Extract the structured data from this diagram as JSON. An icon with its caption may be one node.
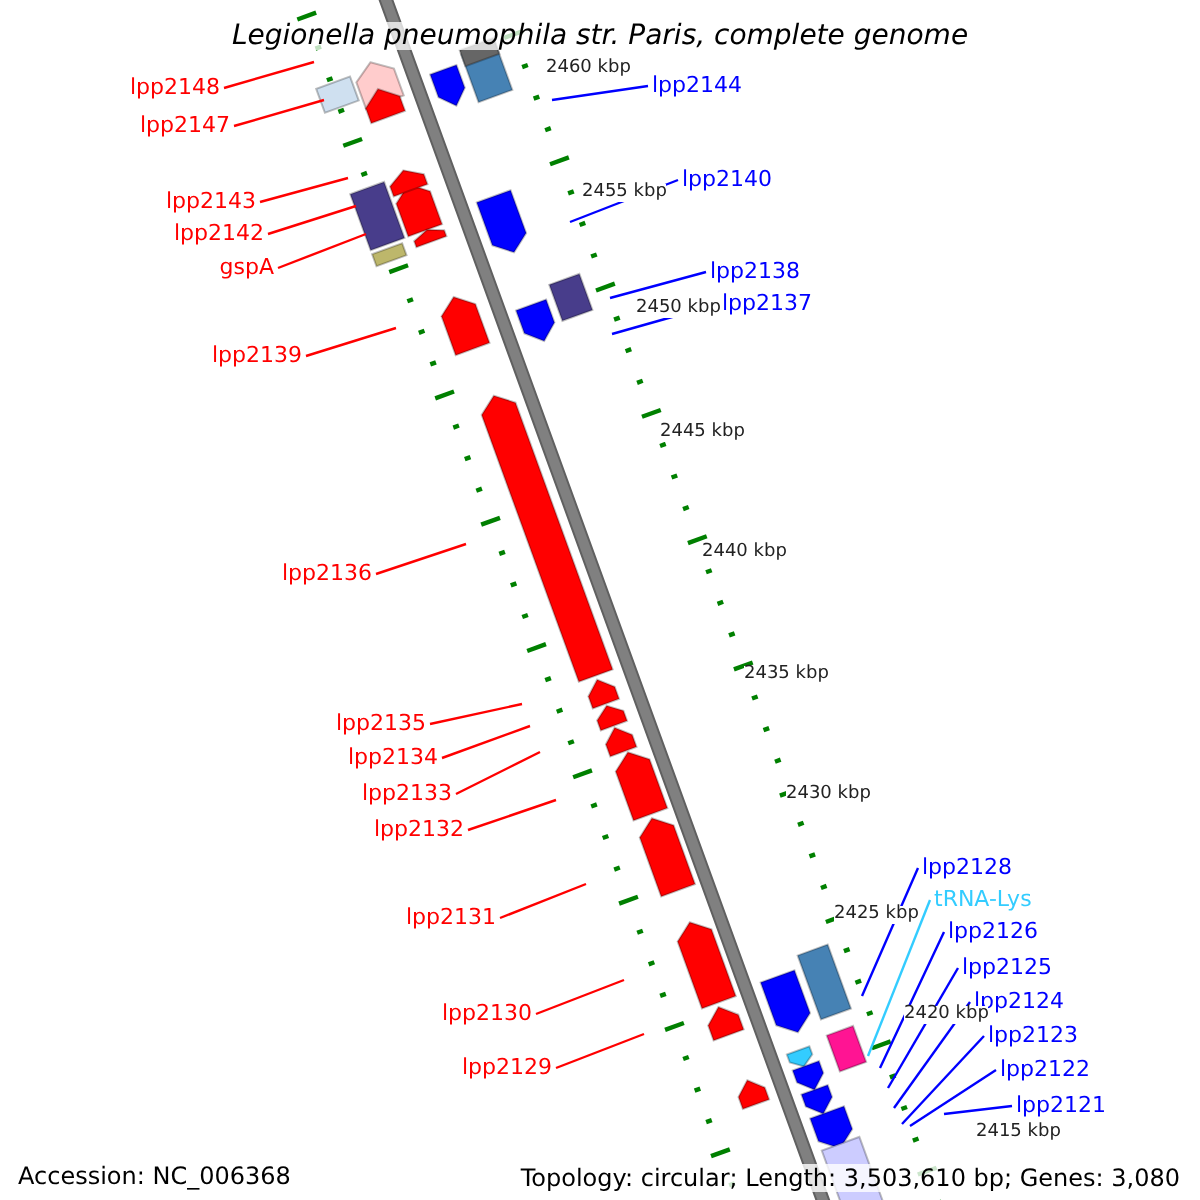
{
  "diagram": {
    "title": "Legionella pneumophila str. Paris, complete genome",
    "nodes": [
      {
        "text": [
          "lpp2148"
        ]
      },
      {
        "text": [
          "lpp2147"
        ]
      },
      {
        "text": [
          "lpp2143"
        ]
      },
      {
        "text": [
          "lpp2142"
        ]
      },
      {
        "text": [
          "gspA"
        ]
      },
      {
        "text": [
          "lpp2139"
        ]
      },
      {
        "text": [
          "lpp2136"
        ]
      },
      {
        "text": [
          "lpp2135"
        ]
      },
      {
        "text": [
          "lpp2134"
        ]
      },
      {
        "text": [
          "lpp2133"
        ]
      },
      {
        "text": [
          "lpp2132"
        ]
      },
      {
        "text": [
          "lpp2131"
        ]
      },
      {
        "text": [
          "lpp2130"
        ]
      },
      {
        "text": [
          "lpp2129"
        ]
      },
      {
        "text": [
          "lpp2144"
        ]
      },
      {
        "text": [
          "lpp2140"
        ]
      },
      {
        "text": [
          "lpp2138"
        ]
      },
      {
        "text": [
          "lpp2137"
        ]
      },
      {
        "text": [
          "lpp2128"
        ]
      },
      {
        "text": [
          "tRNA-Lys"
        ]
      },
      {
        "text": [
          "lpp2126"
        ]
      },
      {
        "text": [
          "lpp2125"
        ]
      },
      {
        "text": [
          "lpp2124"
        ]
      },
      {
        "text": [
          "lpp2123"
        ]
      },
      {
        "text": [
          "lpp2122"
        ]
      },
      {
        "text": [
          "lpp2121"
        ]
      }
    ],
    "edges": [
      {
        "from": 0,
        "to": null,
        "arrow": "none"
      },
      {
        "from": 1,
        "to": null,
        "arrow": "none"
      },
      {
        "from": 2,
        "to": null,
        "arrow": "none"
      },
      {
        "from": 3,
        "to": null,
        "arrow": "none"
      },
      {
        "from": 4,
        "to": null,
        "arrow": "none"
      },
      {
        "from": 5,
        "to": null,
        "arrow": "none"
      },
      {
        "from": 6,
        "to": null,
        "arrow": "none"
      },
      {
        "from": 7,
        "to": null,
        "arrow": "none"
      },
      {
        "from": 8,
        "to": null,
        "arrow": "none"
      },
      {
        "from": 9,
        "to": null,
        "arrow": "none"
      },
      {
        "from": 10,
        "to": null,
        "arrow": "none"
      },
      {
        "from": 11,
        "to": null,
        "arrow": "none"
      },
      {
        "from": 12,
        "to": null,
        "arrow": "none"
      },
      {
        "from": 13,
        "to": null,
        "arrow": "none"
      },
      {
        "from": 14,
        "to": null,
        "arrow": "none",
        "color": "#0000ff"
      },
      {
        "from": 15,
        "to": null,
        "arrow": "none",
        "color": "#0000ff"
      },
      {
        "from": 16,
        "to": null,
        "arrow": "none",
        "color": "#0000ff"
      },
      {
        "from": 17,
        "to": null,
        "arrow": "none",
        "color": "#0000ff"
      },
      {
        "from": 18,
        "to": null,
        "arrow": "none",
        "color": "#0000ff"
      },
      {
        "from": 19,
        "to": null,
        "arrow": "none",
        "color": "#33ccff"
      },
      {
        "from": 20,
        "to": null,
        "arrow": "none",
        "color": "#0000ff"
      },
      {
        "from": 21,
        "to": null,
        "arrow": "none",
        "color": "#0000ff"
      },
      {
        "from": 22,
        "to": null,
        "arrow": "none",
        "color": "#0000ff"
      },
      {
        "from": 23,
        "to": null,
        "arrow": "none",
        "color": "#0000ff"
      },
      {
        "from": 24,
        "to": null,
        "arrow": "none",
        "color": "#0000ff"
      },
      {
        "from": 25,
        "to": null,
        "arrow": "none",
        "color": "#0000ff"
      }
    ],
    "labels": [
      "2460 kbp",
      "2455 kbp",
      "2450 kbp",
      "2445 kbp",
      "2440 kbp",
      "2435 kbp",
      "2430 kbp",
      "2425 kbp",
      "2420 kbp",
      "2415 kbp",
      "Accession: NC_006368",
      "Topology: circular; Length: 3,503,610 bp; Genes: 3,080"
    ]
  }
}
